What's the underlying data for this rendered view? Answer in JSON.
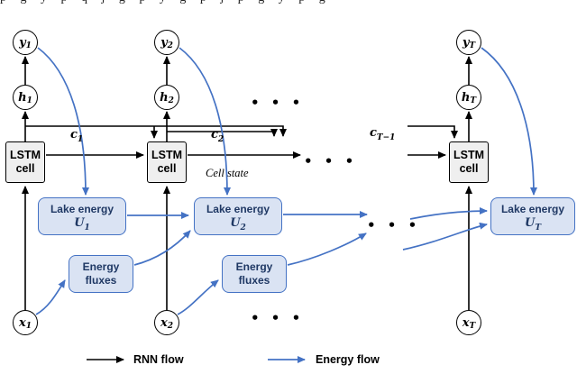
{
  "figure": {
    "top_fragment": "p g y p q j g p y g p j p g y p g",
    "ellipsis": "• • •",
    "cell_state_label": "Cell state",
    "legend": {
      "rnn": "RNN flow",
      "energy": "Energy flow"
    }
  },
  "palette": {
    "blue": "#4472c4",
    "blue_fill": "#dae3f3",
    "blue_text": "#1f3864",
    "lstm_fill": "#efefef",
    "black": "#000000",
    "background": "#ffffff"
  },
  "columns": [
    {
      "y": {
        "base": "y",
        "sub": "1"
      },
      "h": {
        "base": "h",
        "sub": "1"
      },
      "lstm": {
        "line1": "LSTM",
        "line2": "cell"
      },
      "lake": {
        "title": "Lake energy",
        "base": "U",
        "sub": "1"
      },
      "flux": {
        "line1": "Energy",
        "line2": "fluxes"
      },
      "x": {
        "base": "x",
        "sub": "1"
      }
    },
    {
      "y": {
        "base": "y",
        "sub": "2"
      },
      "h": {
        "base": "h",
        "sub": "2"
      },
      "lstm": {
        "line1": "LSTM",
        "line2": "cell"
      },
      "lake": {
        "title": "Lake energy",
        "base": "U",
        "sub": "2"
      },
      "flux": {
        "line1": "Energy",
        "line2": "fluxes"
      },
      "x": {
        "base": "x",
        "sub": "2"
      }
    },
    {
      "y": {
        "base": "y",
        "sub": "T"
      },
      "h": {
        "base": "h",
        "sub": "T"
      },
      "lstm": {
        "line1": "LSTM",
        "line2": "cell"
      },
      "lake": {
        "title": "Lake energy",
        "base": "U",
        "sub": "T"
      },
      "x": {
        "base": "x",
        "sub": "T"
      }
    }
  ],
  "cell_labels": [
    {
      "base": "c",
      "sub": "1"
    },
    {
      "base": "c",
      "sub": "2"
    },
    {
      "base": "c",
      "sub": "T−1"
    }
  ]
}
